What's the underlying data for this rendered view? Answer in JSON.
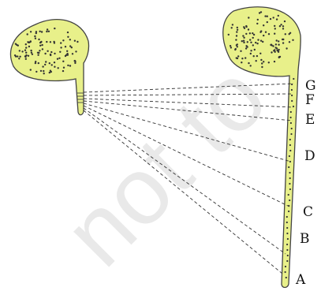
{
  "watermark": {
    "text": "not to"
  },
  "colors": {
    "seedling_fill": "#e8f08a",
    "outline": "#444444",
    "dots": "#333333",
    "dashed_lines": "#333333",
    "watermark": "#e9e9e9"
  },
  "zone_labels": [
    "G",
    "F",
    "E",
    "D",
    "C",
    "B",
    "A"
  ]
}
